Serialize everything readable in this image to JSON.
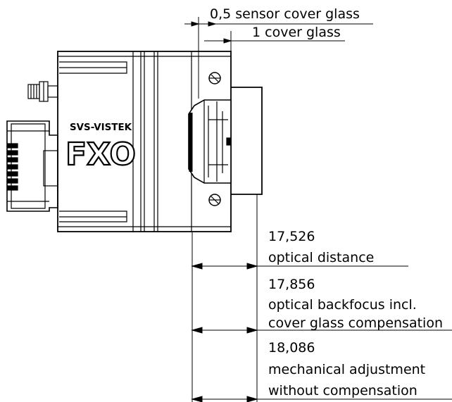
{
  "annotations": {
    "sensor_glass": "0,5 sensor cover glass",
    "cover_glass": "1  cover glass",
    "optical_distance_value": "17,526",
    "optical_distance_label": "optical distance",
    "backfocus_value": "17,856",
    "backfocus_label_line1": "optical backfocus incl.",
    "backfocus_label_line2": "cover glass compensation",
    "mechanical_value": "18,086",
    "mechanical_label_line1": "mechanical adjustment",
    "mechanical_label_line2": "without compensation"
  },
  "camera": {
    "brand": "SVS-VISTEK",
    "model": "FXO"
  },
  "colors": {
    "line": "#000000",
    "background": "#ffffff"
  }
}
